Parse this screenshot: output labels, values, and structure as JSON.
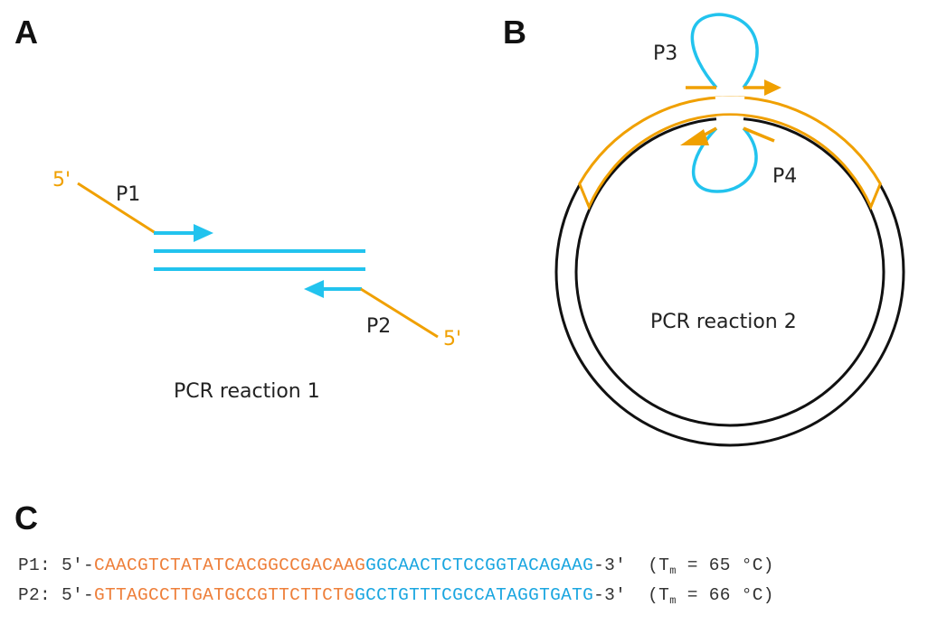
{
  "colors": {
    "orange": "#f0a000",
    "cyan": "#22c3ee",
    "black": "#111111",
    "seq_orange": "#ee7f3a",
    "seq_blue": "#1aa6e0"
  },
  "panel_a": {
    "letter": "A",
    "five_prime_left": "5'",
    "p1_label": "P1",
    "p2_label": "P2",
    "five_prime_right": "5'",
    "caption": "PCR reaction 1"
  },
  "panel_b": {
    "letter": "B",
    "p3_label": "P3",
    "p4_label": "P4",
    "caption": "PCR reaction 2"
  },
  "panel_c": {
    "letter": "C",
    "primers": [
      {
        "name": "P1:",
        "prefix": "5′-",
        "overhang": "CAACGTCTATATCACGGCCGACAAG",
        "annealing": "GGCAACTCTCCGGTACAGAAG",
        "suffix": "-3′",
        "tm_open": "(T",
        "tm_sub": "m",
        "tm_rest": " = 65 °C)"
      },
      {
        "name": "P2:",
        "prefix": "5′-",
        "overhang": "GTTAGCCTTGATGCCGTTCTTCTG",
        "annealing": "GCCTGTTTCGCCATAGGTGATG",
        "suffix": "-3′",
        "tm_open": "(T",
        "tm_sub": "m",
        "tm_rest": " = 66 °C)"
      }
    ]
  }
}
